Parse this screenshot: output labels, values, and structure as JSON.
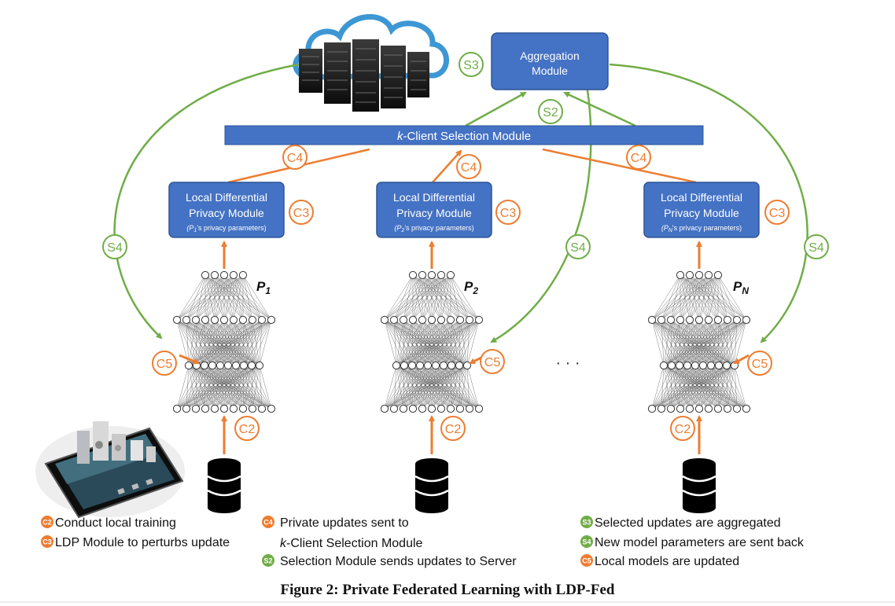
{
  "colors": {
    "module_blue": "#4472C4",
    "module_border": "#2F5597",
    "orange": "#ED7D31",
    "green": "#70AD47",
    "cloud": "#3C97D3"
  },
  "aggregation": {
    "line1": "Aggregation",
    "line2": "Module"
  },
  "selection_bar": {
    "italic": "k",
    "rest": "-Client Selection Module"
  },
  "clients": [
    {
      "ldp_line1": "Local Differential",
      "ldp_line2": "Privacy Module",
      "param_open": "(",
      "param_sym": "P",
      "param_sub": "1",
      "param_rest": "'s privacy parameters)",
      "label_sym": "P",
      "label_sub": "1"
    },
    {
      "ldp_line1": "Local Differential",
      "ldp_line2": "Privacy Module",
      "param_open": "(",
      "param_sym": "P",
      "param_sub": "2",
      "param_rest": "'s privacy parameters)",
      "label_sym": "P",
      "label_sub": "2"
    },
    {
      "ldp_line1": "Local Differential",
      "ldp_line2": "Privacy Module",
      "param_open": "(",
      "param_sym": "P",
      "param_sub": "N",
      "param_rest": "'s privacy parameters)",
      "label_sym": "P",
      "label_sub": "N"
    }
  ],
  "step_labels": {
    "C2": "C2",
    "C3": "C3",
    "C4": "C4",
    "C5": "C5",
    "S2": "S2",
    "S3": "S3",
    "S4": "S4"
  },
  "ellipsis": "· · ·",
  "legend": {
    "c2": {
      "badge": "C2",
      "text": "Conduct local training"
    },
    "c3": {
      "badge": "C3",
      "text": "LDP Module to perturbs update"
    },
    "c4": {
      "badge": "C4",
      "text1": "Private updates sent to",
      "text2_italic": "k",
      "text2_rest": "-Client Selection Module"
    },
    "s2": {
      "badge": "S2",
      "text": "Selection Module sends updates to Server"
    },
    "s3": {
      "badge": "S3",
      "text": "Selected updates are aggregated"
    },
    "s4": {
      "badge": "S4",
      "text": "New model parameters are sent back"
    },
    "c5": {
      "badge": "C5",
      "text": "Local models are updated"
    }
  },
  "caption": "Figure 2: Private Federated Learning with LDP-Fed"
}
